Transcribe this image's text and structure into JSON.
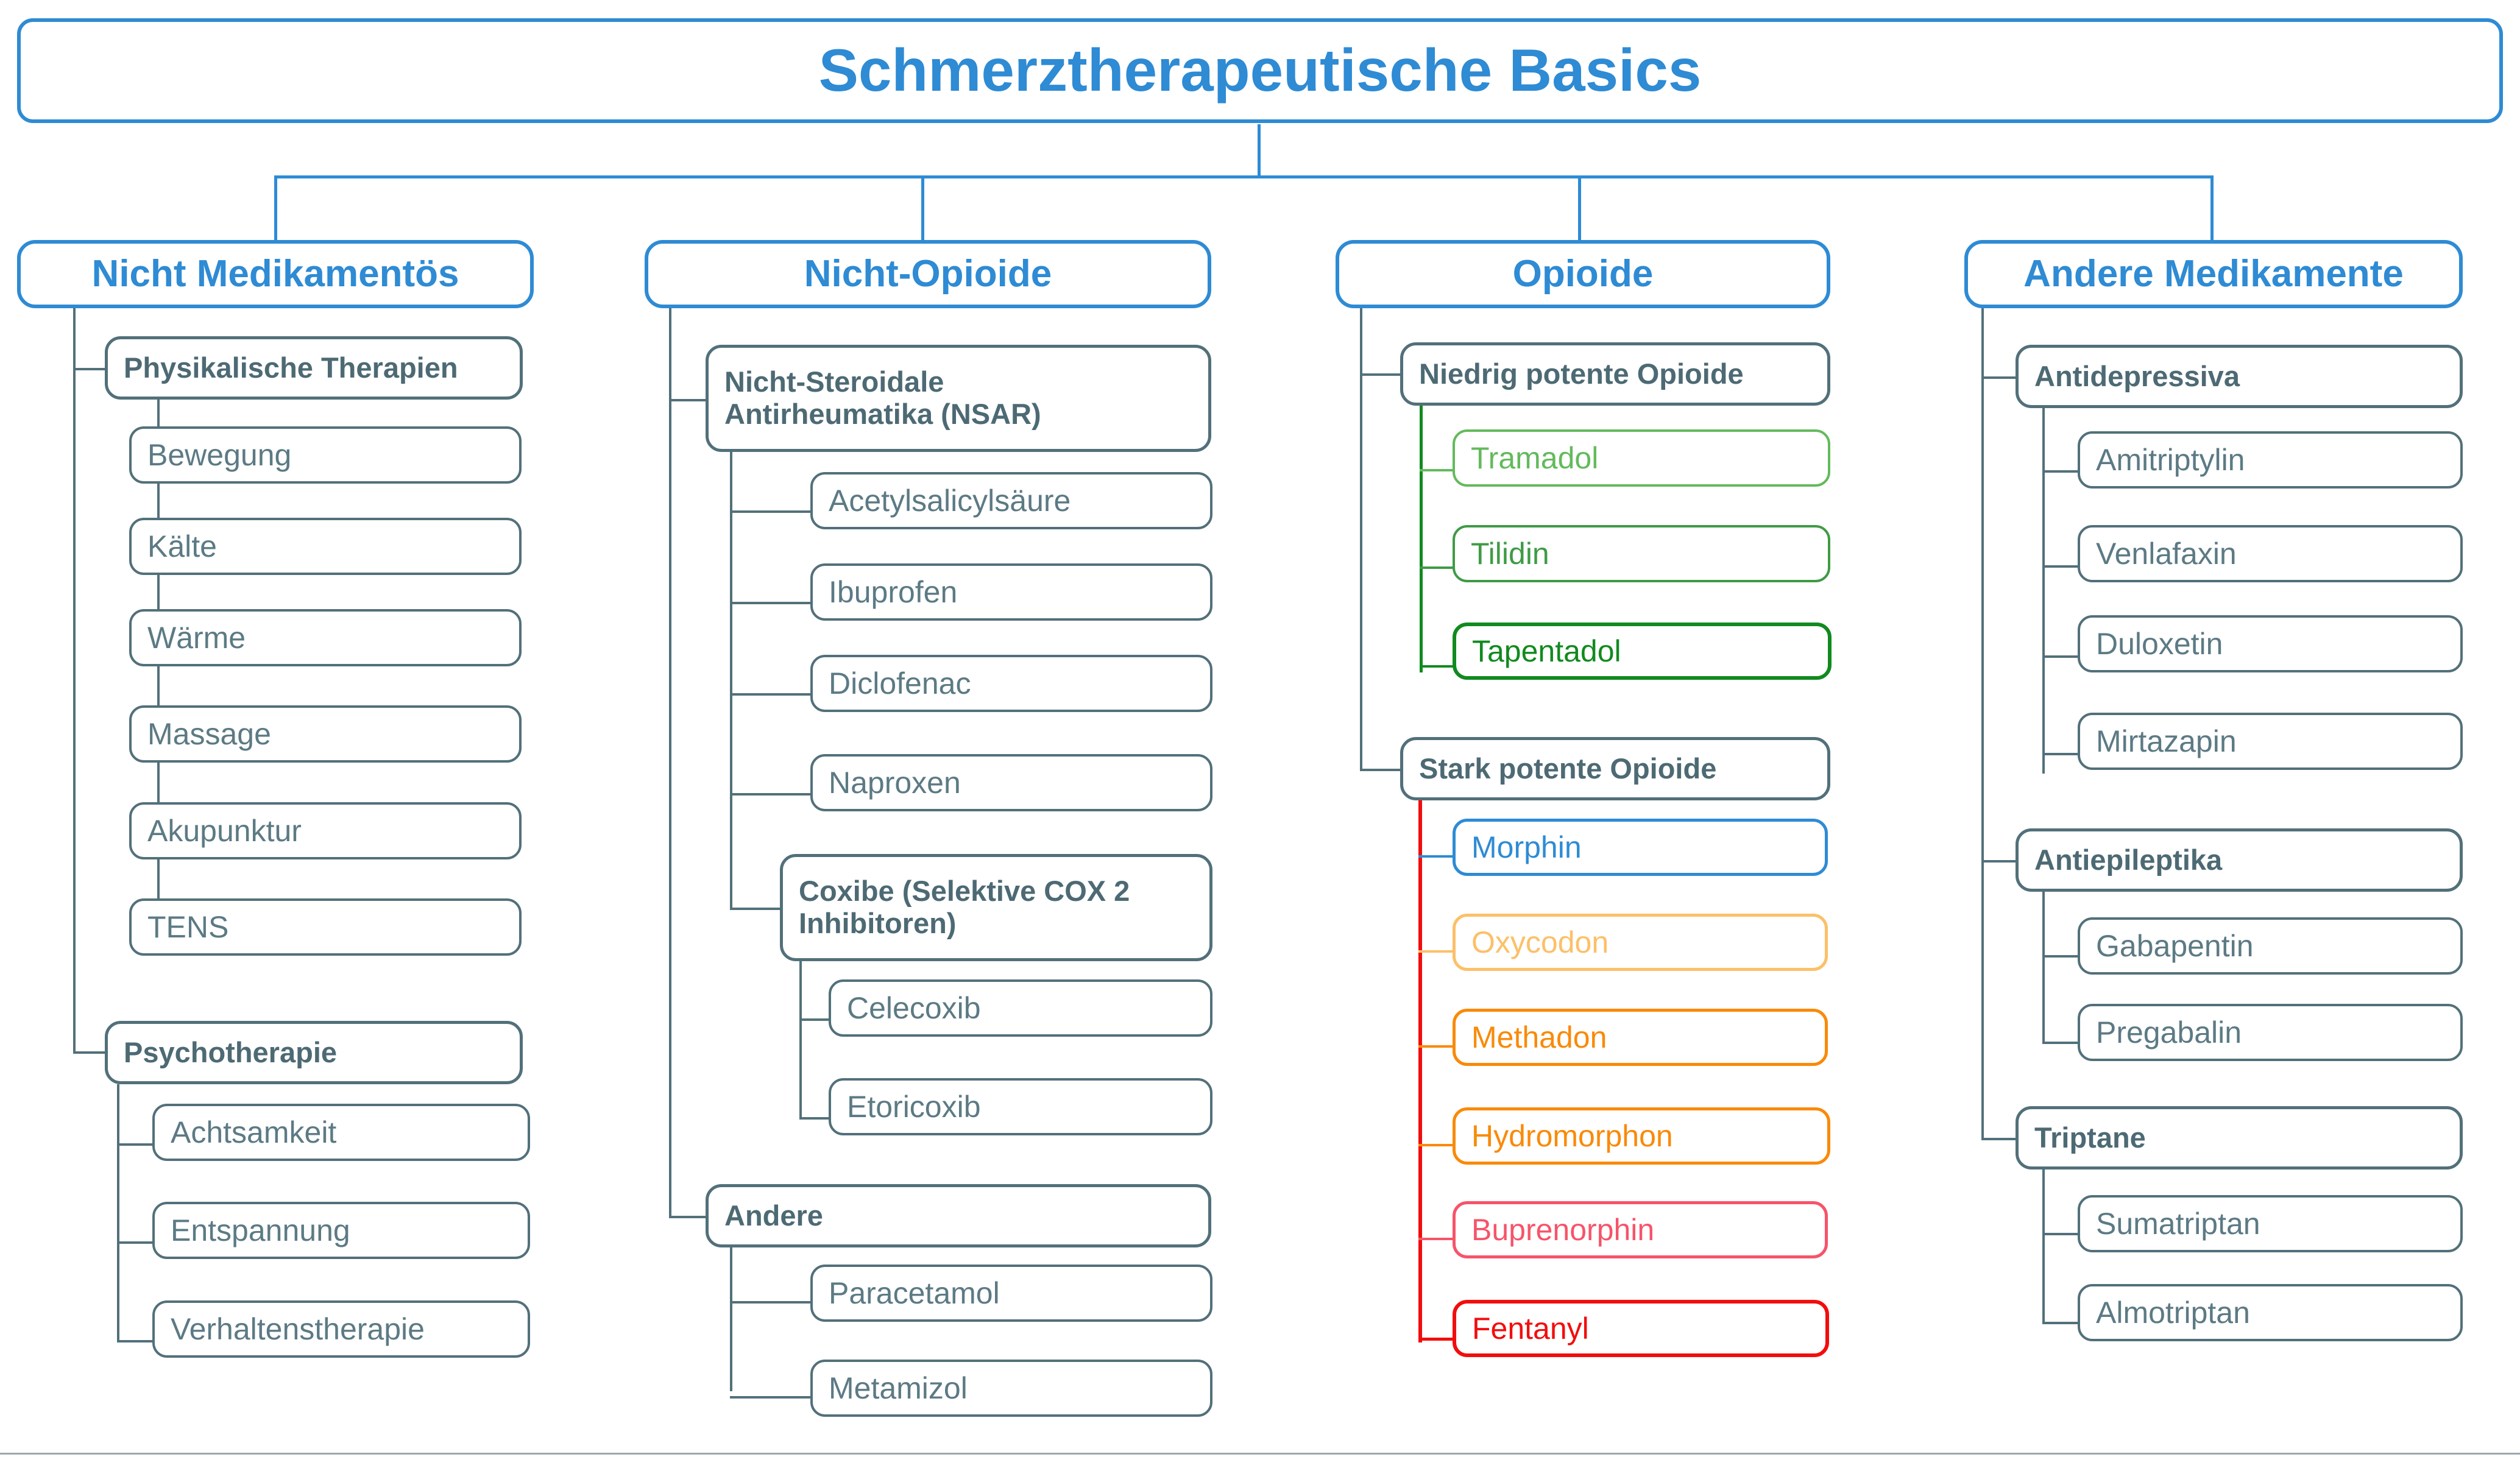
{
  "diagram": {
    "title": "Schmerztherapeutische Basics",
    "type": "mind-map-tree",
    "colors": {
      "accent_blue": "#2e8bd4",
      "slate": "#52707a",
      "green_light": "#63ba5c",
      "green_mid": "#3f9b45",
      "green_dark": "#118a1f",
      "amber": "#fcc069",
      "orange": "#f98a08",
      "pink": "#f6546a",
      "red": "#f20d0d"
    }
  },
  "columns": [
    {
      "label": "Nicht Medikamentös",
      "groups": [
        {
          "label": "Physikalische Therapien",
          "items": [
            {
              "label": "Bewegung"
            },
            {
              "label": "Kälte"
            },
            {
              "label": "Wärme"
            },
            {
              "label": "Massage"
            },
            {
              "label": "Akupunktur"
            },
            {
              "label": "TENS"
            }
          ]
        },
        {
          "label": "Psychotherapie",
          "items": [
            {
              "label": "Achtsamkeit"
            },
            {
              "label": "Entspannung"
            },
            {
              "label": "Verhaltenstherapie"
            }
          ]
        }
      ]
    },
    {
      "label": "Nicht-Opioide",
      "groups": [
        {
          "label": "Nicht-Steroidale\nAntirheumatika (NSAR)",
          "items": [
            {
              "label": "Acetylsalicylsäure"
            },
            {
              "label": "Ibuprofen"
            },
            {
              "label": "Diclofenac"
            },
            {
              "label": "Naproxen"
            }
          ],
          "subgroups": [
            {
              "label": "Coxibe (Selektive COX 2\nInhibitoren)",
              "items": [
                {
                  "label": "Celecoxib"
                },
                {
                  "label": "Etoricoxib"
                }
              ]
            }
          ]
        },
        {
          "label": "Andere",
          "items": [
            {
              "label": "Paracetamol"
            },
            {
              "label": "Metamizol"
            }
          ]
        }
      ]
    },
    {
      "label": "Opioide",
      "groups": [
        {
          "label": "Niedrig potente Opioide",
          "items": [
            {
              "label": "Tramadol",
              "color": "#63ba5c"
            },
            {
              "label": "Tilidin",
              "color": "#3f9b45"
            },
            {
              "label": "Tapentadol",
              "color": "#118a1f"
            }
          ]
        },
        {
          "label": "Stark potente Opioide",
          "items": [
            {
              "label": "Morphin",
              "color": "#2e8bd4"
            },
            {
              "label": "Oxycodon",
              "color": "#fcc069"
            },
            {
              "label": "Methadon",
              "color": "#f98a08"
            },
            {
              "label": "Hydromorphon",
              "color": "#f98a08"
            },
            {
              "label": "Buprenorphin",
              "color": "#f6546a"
            },
            {
              "label": "Fentanyl",
              "color": "#f20d0d"
            }
          ]
        }
      ]
    },
    {
      "label": "Andere Medikamente",
      "groups": [
        {
          "label": "Antidepressiva",
          "items": [
            {
              "label": "Amitriptylin"
            },
            {
              "label": "Venlafaxin"
            },
            {
              "label": "Duloxetin"
            },
            {
              "label": "Mirtazapin"
            }
          ]
        },
        {
          "label": "Antiepileptika",
          "items": [
            {
              "label": "Gabapentin"
            },
            {
              "label": "Pregabalin"
            }
          ]
        },
        {
          "label": "Triptane",
          "items": [
            {
              "label": "Sumatriptan"
            },
            {
              "label": "Almotriptan"
            }
          ]
        }
      ]
    }
  ]
}
